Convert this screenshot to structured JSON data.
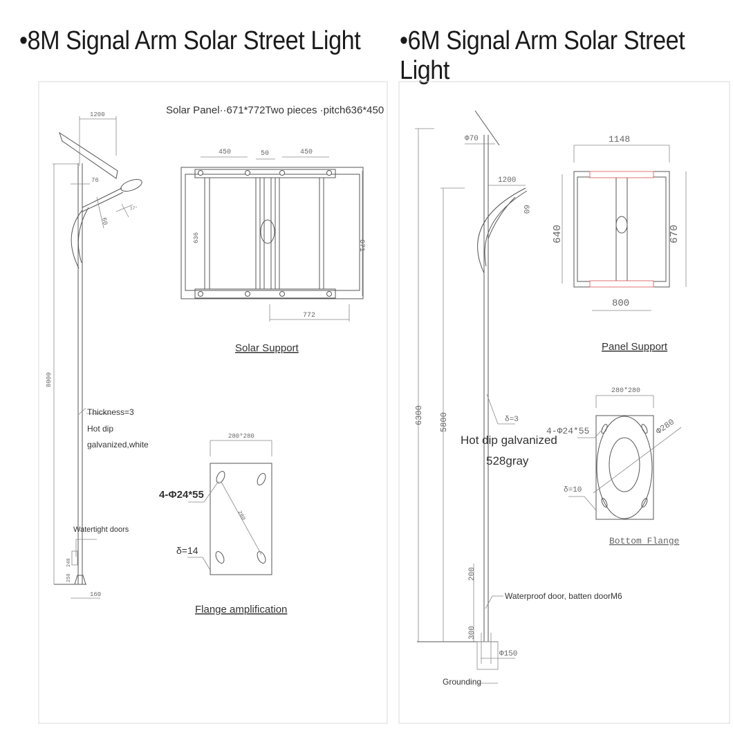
{
  "left": {
    "title": "•8M Signal Arm Solar Street Light",
    "solar_panel_spec": "Solar Panel··671*772Two pieces  ·pitch636*450",
    "dims": {
      "arm_length": "1200",
      "pole_top": "76",
      "arm_angle": "60",
      "angle": "17°",
      "height": "8000",
      "door_a": "250",
      "door_b": "240",
      "base": "160",
      "pitch_left": "450",
      "gap": "50",
      "pitch_right": "450",
      "inner_height": "636",
      "outer_height": "671",
      "width": "772",
      "flange_size": "280*280",
      "flange_diag": "280"
    },
    "pole_notes": [
      "Thickness=3",
      "Hot dip",
      "galvanized,white"
    ],
    "door_note": "Watertight doors",
    "solar_support_caption": "Solar Support",
    "flange_holes": "4-Φ24*55",
    "flange_thickness": "δ=14",
    "flange_caption": "Flange amplification"
  },
  "right": {
    "title": "•6M Signal Arm Solar Street Light",
    "dims": {
      "pole_dia": "Φ70",
      "arm_length": "1200",
      "arm_angle": "60",
      "total_height": "6300",
      "pole_height": "5800",
      "door_top": "200",
      "door_bottom": "300",
      "base_dia": "Φ150",
      "panel_width": "1148",
      "panel_inner": "640",
      "panel_outer": "670",
      "panel_bottom": "800",
      "flange_size": "280*280",
      "flange_dia": "Φ280"
    },
    "thickness_note": "δ=3",
    "finish_note": [
      "Hot dip galvanized",
      "528gray"
    ],
    "door_note": "Waterproof door, batten doorM6",
    "grounding": "Grounding",
    "panel_caption": "Panel Support",
    "flange_holes": "4-Φ24*55",
    "flange_thickness": "δ=10",
    "flange_caption": "Bottom Flange"
  },
  "colors": {
    "line": "#555555",
    "panel_bar": "#e07070",
    "frame": "#d8d8d8"
  }
}
